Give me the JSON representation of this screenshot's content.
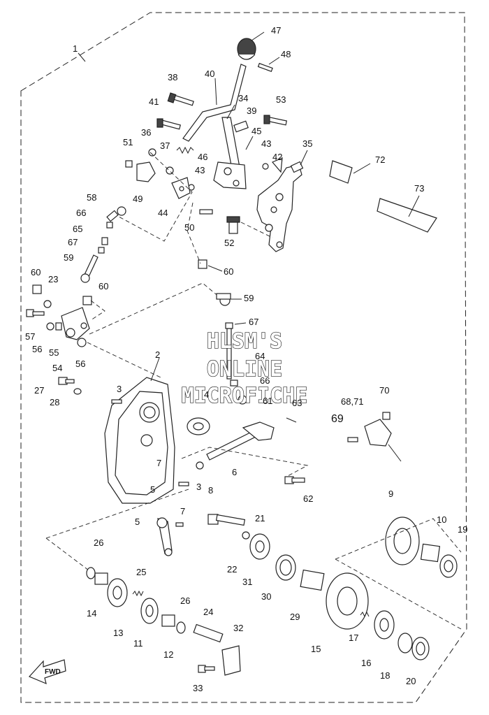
{
  "watermark": {
    "line1": "HLSM'S",
    "line2": "ONLINE",
    "line3": "MICROFICHE"
  },
  "fwd_label": "FWD",
  "labels": {
    "l1": "1",
    "l2": "2",
    "l3a": "3",
    "l3b": "3",
    "l4": "4",
    "l5a": "5",
    "l5b": "5",
    "l6": "6",
    "l7a": "7",
    "l7b": "7",
    "l8": "8",
    "l9": "9",
    "l10": "10",
    "l11": "11",
    "l12": "12",
    "l13": "13",
    "l14": "14",
    "l15": "15",
    "l16": "16",
    "l17": "17",
    "l18": "18",
    "l19": "19",
    "l20": "20",
    "l21": "21",
    "l22": "22",
    "l23": "23",
    "l24": "24",
    "l25": "25",
    "l26a": "26",
    "l26b": "26",
    "l27": "27",
    "l28": "28",
    "l29": "29",
    "l30": "30",
    "l31": "31",
    "l32": "32",
    "l33": "33",
    "l34": "34",
    "l35": "35",
    "l36": "36",
    "l37": "37",
    "l38": "38",
    "l39": "39",
    "l40": "40",
    "l41": "41",
    "l42": "42",
    "l43a": "43",
    "l43b": "43",
    "l44": "44",
    "l45": "45",
    "l46": "46",
    "l47": "47",
    "l48": "48",
    "l49": "49",
    "l50": "50",
    "l51": "51",
    "l52": "52",
    "l53": "53",
    "l54": "54",
    "l55": "55",
    "l56a": "56",
    "l56b": "56",
    "l57": "57",
    "l58": "58",
    "l59a": "59",
    "l59b": "59",
    "l60a": "60",
    "l60b": "60",
    "l60c": "60",
    "l61": "61",
    "l62": "62",
    "l63": "63",
    "l64": "64",
    "l65": "65",
    "l66a": "66",
    "l66b": "66",
    "l67a": "67",
    "l67b": "67",
    "l6871": "68,71",
    "l69": "69",
    "l70": "70",
    "l72": "72",
    "l73": "73"
  }
}
